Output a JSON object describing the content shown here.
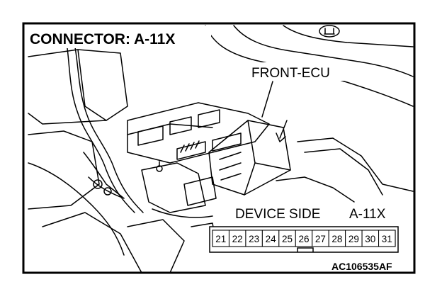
{
  "title": "CONNECTOR: A-11X",
  "callout": "FRONT-ECU",
  "device_label": "DEVICE SIDE",
  "device_code": "A-11X",
  "pins": [
    "21",
    "22",
    "23",
    "24",
    "25",
    "26",
    "27",
    "28",
    "29",
    "30",
    "31"
  ],
  "figure_code": "AC106535AF",
  "colors": {
    "line": "#000000",
    "background": "#ffffff"
  }
}
